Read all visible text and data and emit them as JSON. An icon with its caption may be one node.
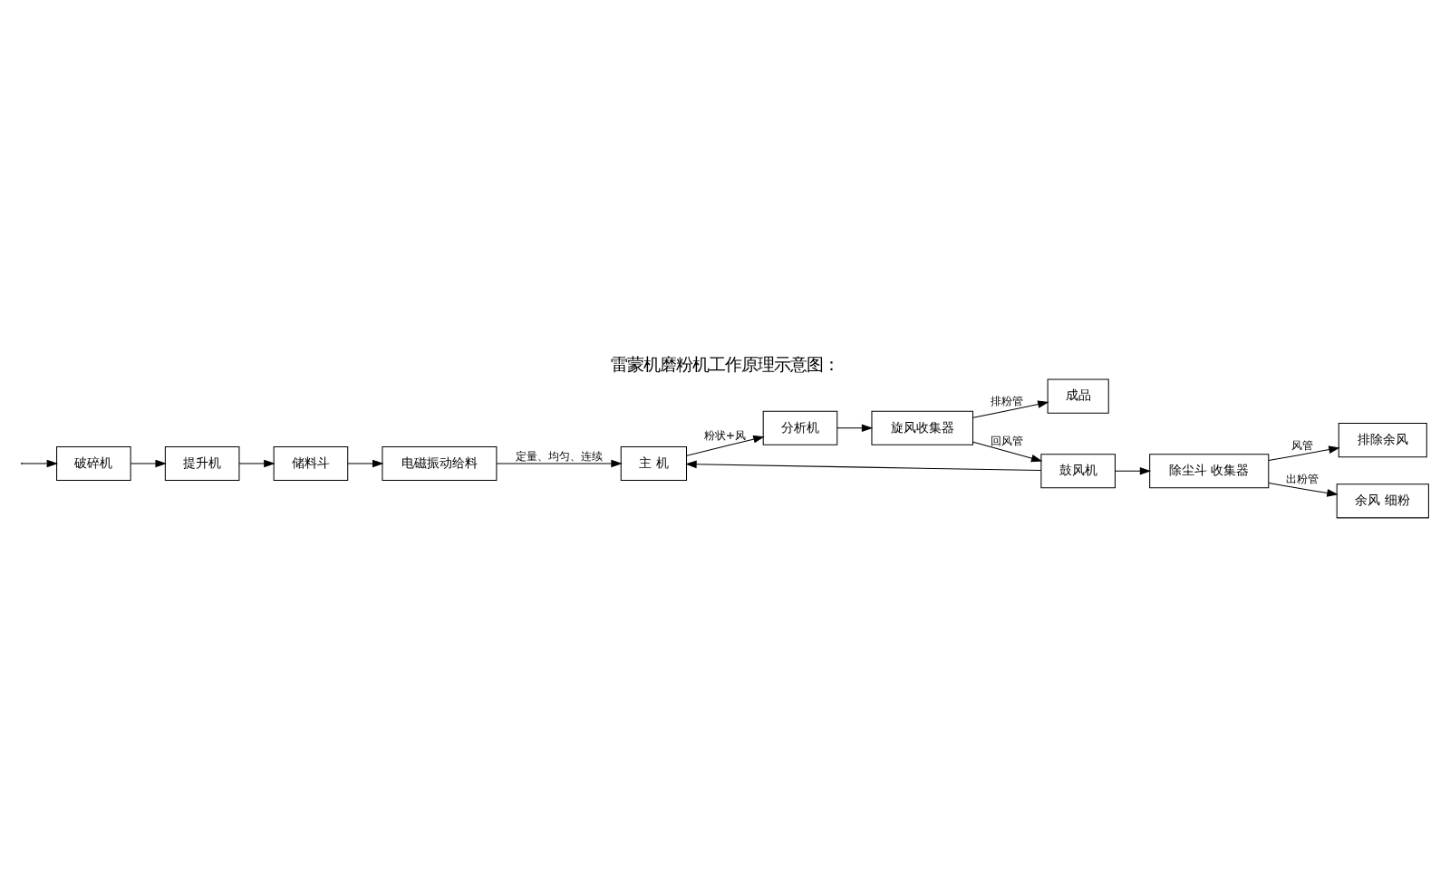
{
  "diagram": {
    "title": "雷蒙机磨粉机工作原理示意图：",
    "nodes": [
      {
        "text": [
          "破碎机"
        ]
      },
      {
        "text": [
          "提升机"
        ]
      },
      {
        "text": [
          "储料斗"
        ]
      },
      {
        "text": [
          "电磁振动给料"
        ]
      },
      {
        "text": [
          "主 机"
        ]
      },
      {
        "text": [
          "分析机"
        ]
      },
      {
        "text": [
          "旋风收集器"
        ]
      },
      {
        "text": [
          "排除余风"
        ]
      },
      {
        "text": [
          "除尘斗 收集器"
        ]
      },
      {
        "text": [
          "余风 细粉"
        ]
      },
      {
        "text": [
          "鼓风机"
        ]
      },
      {
        "text": [
          "成品"
        ]
      }
    ],
    "edges": [
      {
        "from": null,
        "to": 0,
        "arrow": "to"
      },
      {
        "from": 0,
        "to": 1,
        "arrow": "to"
      },
      {
        "from": 1,
        "to": 2,
        "arrow": "to"
      },
      {
        "from": 2,
        "to": 3,
        "arrow": "to"
      },
      {
        "from": 3,
        "to": 4,
        "arrow": "to",
        "label": "定量、均匀、连续"
      },
      {
        "from": 4,
        "to": 5,
        "arrow": "to",
        "label": "粉状+风"
      },
      {
        "from": 5,
        "to": 6,
        "arrow": "to"
      },
      {
        "from": 6,
        "to": 10,
        "arrow": "to",
        "label": "回风管"
      },
      {
        "from": 6,
        "to": 11,
        "arrow": "to",
        "label": "排粉管"
      },
      {
        "from": 10,
        "to": 4,
        "arrow": "to"
      },
      {
        "from": 10,
        "to": 8,
        "arrow": "to"
      },
      {
        "from": 8,
        "to": 7,
        "arrow": "to",
        "label": "风管"
      },
      {
        "from": 8,
        "to": 9,
        "arrow": "to",
        "label": "出粉管"
      }
    ]
  }
}
